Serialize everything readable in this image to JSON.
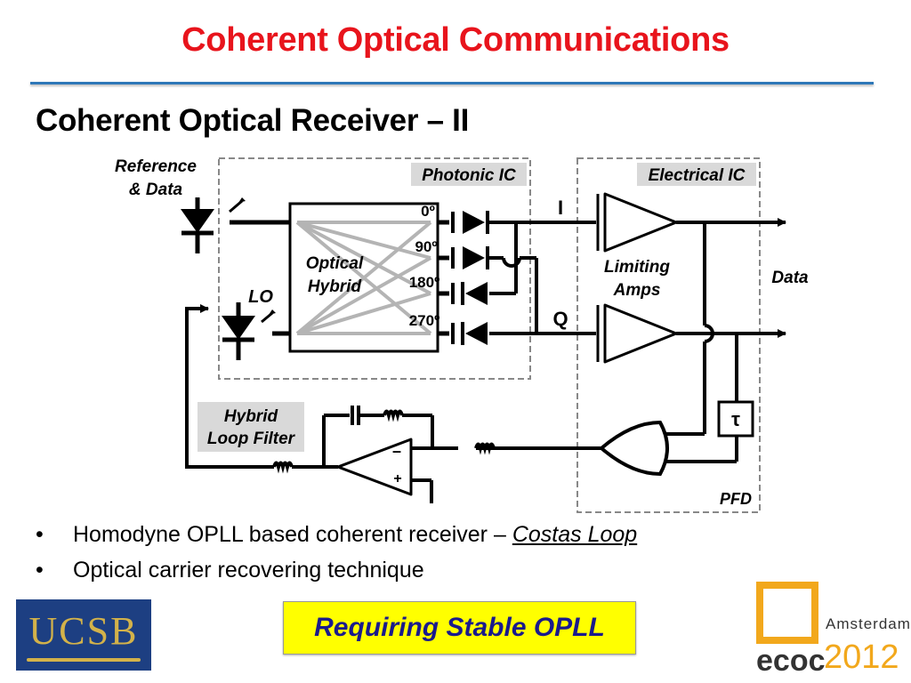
{
  "slide": {
    "title": "Coherent Optical Communications",
    "subtitle": "Coherent Optical Receiver – II"
  },
  "diagram": {
    "reference_label_line1": "Reference",
    "reference_label_line2": "& Data",
    "lo_label": "LO",
    "photonic_ic_label": "Photonic IC",
    "electrical_ic_label": "Electrical IC",
    "hybrid_label_line1": "Optical",
    "hybrid_label_line2": "Hybrid",
    "port_labels": [
      "0º",
      "90º",
      "180º",
      "270º"
    ],
    "i_label": "I",
    "q_label": "Q",
    "amps_label_line1": "Limiting",
    "amps_label_line2": "Amps",
    "data_label": "Data",
    "tau_label": "τ",
    "pfd_label": "PFD",
    "loop_filter_label_line1": "Hybrid",
    "loop_filter_label_line2": "Loop Filter",
    "opamp_minus": "–",
    "opamp_plus": "+"
  },
  "bullets": {
    "item1_text": "Homodyne OPLL based coherent receiver – ",
    "item1_link": "Costas Loop",
    "item2_text": "Optical carrier recovering technique",
    "marker": "•"
  },
  "callout": {
    "text": "Requiring Stable OPLL"
  },
  "logos": {
    "ucsb": "UCSB",
    "ecoc_city": "Amsterdam",
    "ecoc_name": "ecoc",
    "ecoc_year": "2012"
  },
  "colors": {
    "title": "#e8141c",
    "rule": "#2e78b8",
    "callout_bg": "#ffff00",
    "callout_text": "#1a1a8c",
    "ucsb_blue": "#1d3f82",
    "ucsb_gold": "#d3b24a",
    "ecoc_orange": "#f2a81c"
  }
}
